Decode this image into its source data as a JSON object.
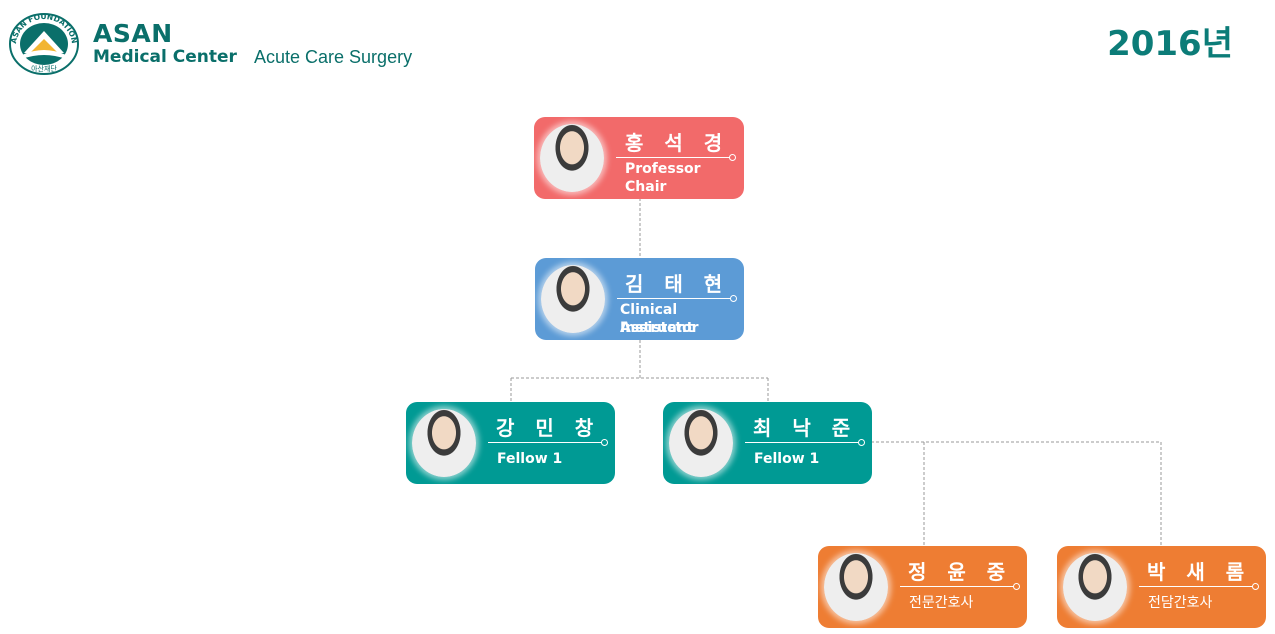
{
  "header": {
    "logo_text": "ASAN FOUNDATION",
    "logo_subtext": "아산재단",
    "brand_name": "ASAN",
    "brand_sub": "Medical Center",
    "department": "Acute Care Surgery",
    "year": "2016년"
  },
  "colors": {
    "brand": "#0a6f6a",
    "chair": "#f26a6a",
    "instructor": "#5c9bd6",
    "fellow": "#009a94",
    "nurse": "#ee7d33",
    "connector": "#999999"
  },
  "org": {
    "chair": {
      "name": "홍 석 경",
      "role_line1": "Professor",
      "role_line2": "Chair"
    },
    "instructor": {
      "name": "김 태 현",
      "role_line1": "Clinical Assistant",
      "role_line2": "Instructor"
    },
    "fellows": [
      {
        "name": "강 민 창",
        "role": "Fellow 1"
      },
      {
        "name": "최 낙 준",
        "role": "Fellow 1"
      }
    ],
    "nurses": [
      {
        "name": "정 윤 중",
        "role": "전문간호사"
      },
      {
        "name": "박 새 롬",
        "role": "전담간호사"
      }
    ]
  }
}
